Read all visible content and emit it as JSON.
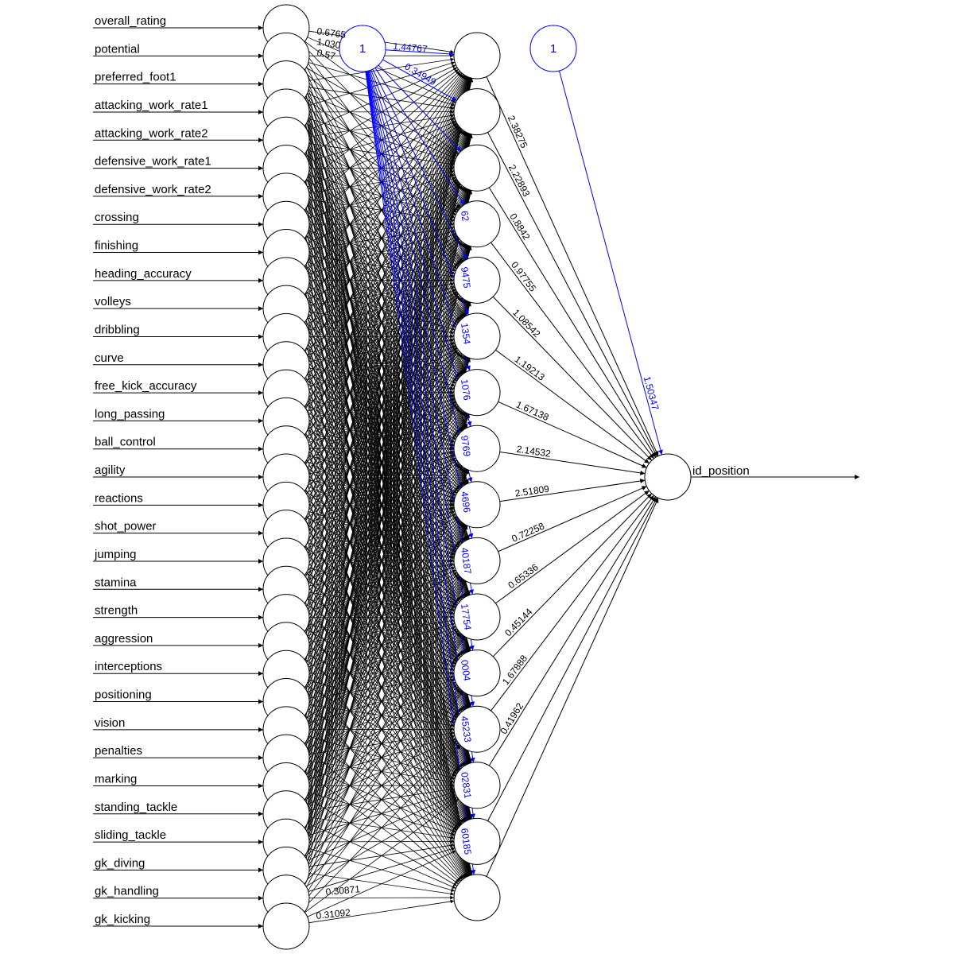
{
  "colors": {
    "edge": "#000000",
    "bias": "#0000ff",
    "background": "#ffffff"
  },
  "network": {
    "inputs": [
      "overall_rating",
      "potential",
      "preferred_foot1",
      "attacking_work_rate1",
      "attacking_work_rate2",
      "defensive_work_rate1",
      "defensive_work_rate2",
      "crossing",
      "finishing",
      "heading_accuracy",
      "volleys",
      "dribbling",
      "curve",
      "free_kick_accuracy",
      "long_passing",
      "ball_control",
      "agility",
      "reactions",
      "shot_power",
      "jumping",
      "stamina",
      "strength",
      "aggression",
      "interceptions",
      "positioning",
      "vision",
      "penalties",
      "marking",
      "standing_tackle",
      "sliding_tackle",
      "gk_diving",
      "gk_handling",
      "gk_kicking"
    ],
    "hidden_count": 16,
    "bias_label": "1",
    "output": "id_position",
    "hidden_to_output_weights": [
      "2.38275",
      "2.22893",
      "0.8842",
      "0.97755",
      "1.08542",
      "1.19213",
      "1.67138",
      "2.14532",
      "2.51809",
      "0.72258",
      "0.65336",
      "0.45144",
      "1.67888",
      "0.41962",
      "",
      ""
    ],
    "output_bias_weight": "1.50347",
    "input_bias_weights": [
      "1.44767",
      "0.34949",
      "",
      "",
      "",
      "",
      "",
      "",
      "",
      "",
      "",
      "",
      "",
      "",
      "",
      ""
    ],
    "hidden_bias_weights_visible": [
      "",
      "",
      "",
      "62",
      "9475",
      "1354",
      "1076",
      "9769",
      "4696",
      "40187",
      "17754",
      "0004",
      "45233",
      "02831",
      "60185",
      ""
    ],
    "top_input_weights": [
      "0.6765",
      "1.030",
      "0.57"
    ],
    "bottom_input_weights": [
      "0.30871",
      "0.31092"
    ]
  }
}
